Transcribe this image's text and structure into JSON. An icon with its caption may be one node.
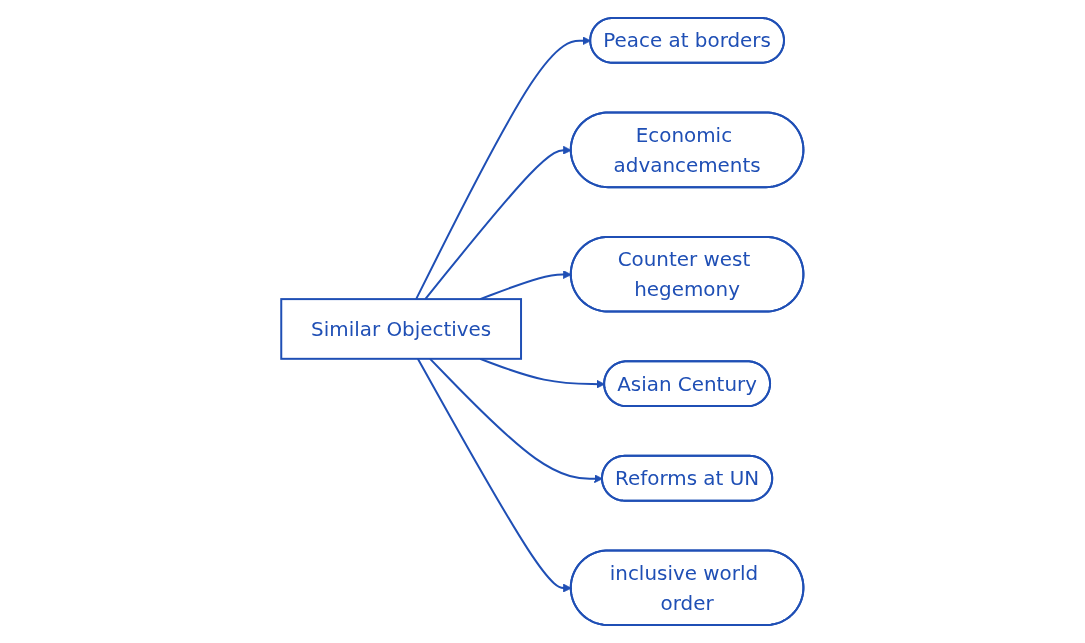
{
  "diagram": {
    "nodes": [
      {
        "text": [
          "Peace at borders"
        ]
      },
      {
        "text": [
          "Economic advancements"
        ]
      },
      {
        "text": [
          "Counter west hegemony"
        ]
      },
      {
        "text": [
          "Asian Century"
        ]
      },
      {
        "text": [
          "Similar Objectives"
        ]
      },
      {
        "text": [
          "Reforms at UN"
        ]
      },
      {
        "text": [
          "inclusive world order"
        ]
      }
    ],
    "edges": [
      {
        "from": 4,
        "to": 0,
        "arrow": "to"
      },
      {
        "from": 4,
        "to": 1,
        "arrow": "to"
      },
      {
        "from": 4,
        "to": 2,
        "arrow": "to"
      },
      {
        "from": 4,
        "to": 3,
        "arrow": "to"
      },
      {
        "from": 4,
        "to": 5,
        "arrow": "to"
      },
      {
        "from": 4,
        "to": 6,
        "arrow": "to"
      }
    ]
  }
}
